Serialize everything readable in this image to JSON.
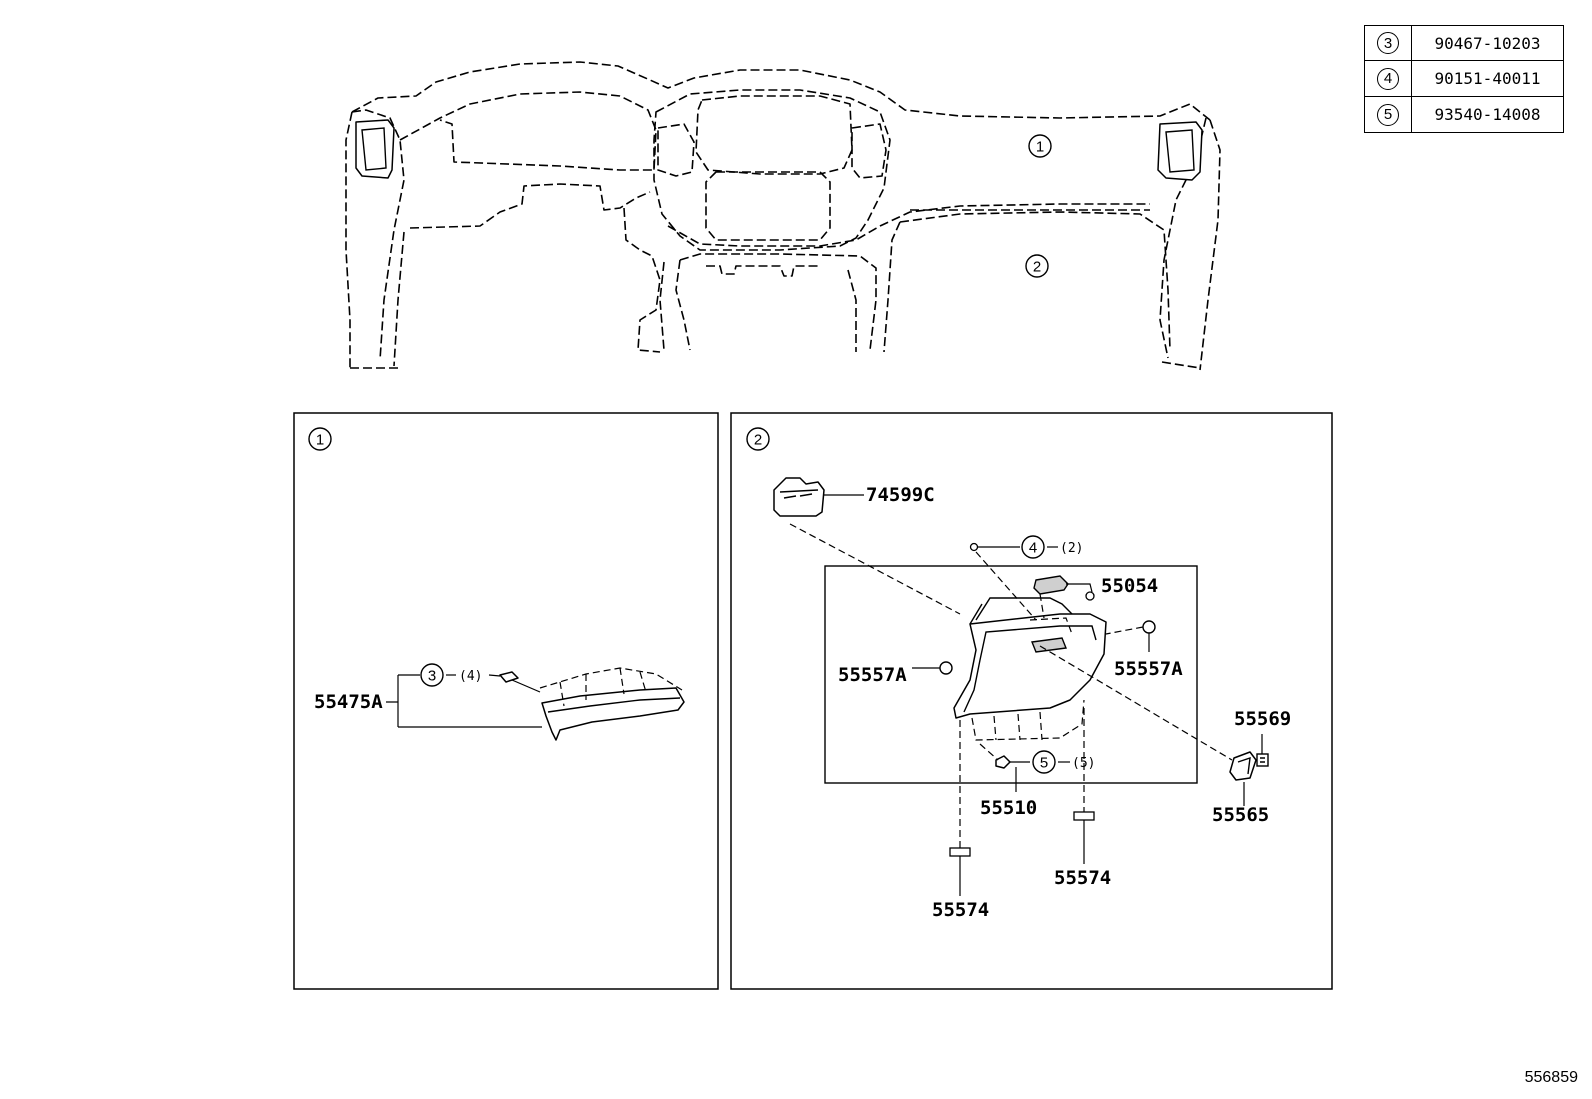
{
  "fastener_table": [
    {
      "ref": "3",
      "part_no": "90467-10203"
    },
    {
      "ref": "4",
      "part_no": "90151-40011"
    },
    {
      "ref": "5",
      "part_no": "93540-14008"
    }
  ],
  "overview": {
    "callout_1": "1",
    "callout_2": "2"
  },
  "panel_1": {
    "badge": "1",
    "part_55475A": "55475A",
    "ref_3": "3",
    "qty_3": "(4)"
  },
  "panel_2": {
    "badge": "2",
    "part_74599C": "74599C",
    "ref_4": "4",
    "qty_4": "(2)",
    "part_55054": "55054",
    "part_55557A_right": "55557A",
    "part_55557A_left": "55557A",
    "ref_5": "5",
    "qty_5": "(5)",
    "part_55510": "55510",
    "part_55569": "55569",
    "part_55565": "55565",
    "part_55574_right": "55574",
    "part_55574_left": "55574"
  },
  "diagram_id": "556859"
}
